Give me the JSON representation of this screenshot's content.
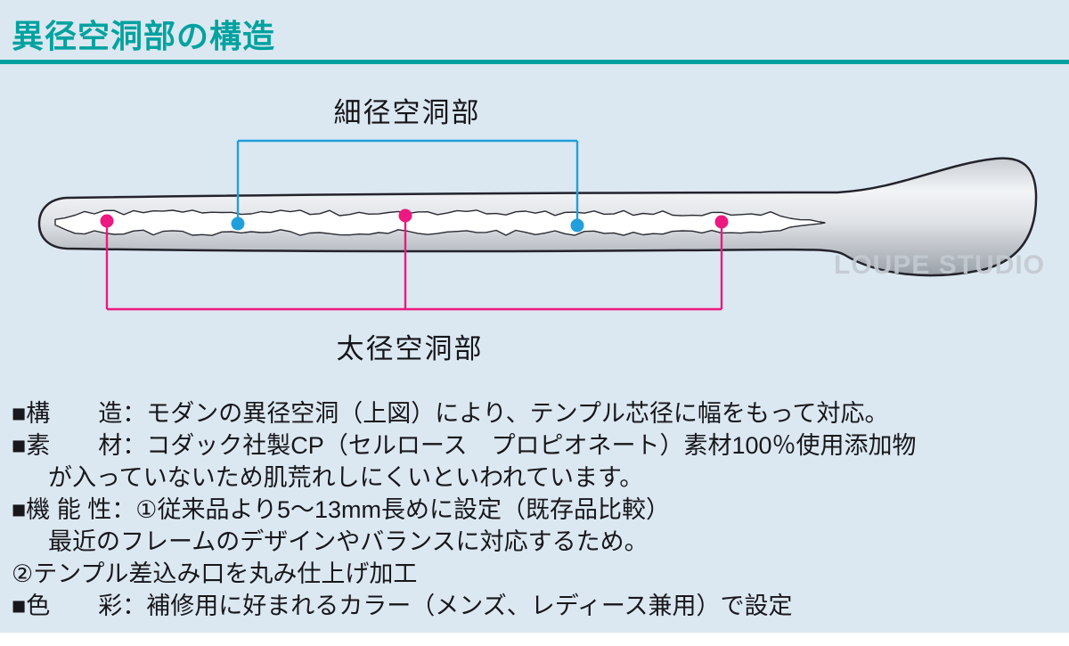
{
  "header": {
    "title": "異径空洞部の構造",
    "accent_color": "#00A2A0"
  },
  "diagram": {
    "label_thin": "細径空洞部",
    "label_thick": "太径空洞部",
    "thin_color": "#219FDC",
    "thick_color": "#EC1981",
    "watermark": "LOUPE STUDIO"
  },
  "body": {
    "lines": [
      {
        "text": "■構　　造：モダンの異径空洞（上図）により、テンプル芯径に幅をもって対応。",
        "indent": false
      },
      {
        "text": "■素　　材：コダック社製CP（セルロース　プロピオネート）素材100％使用添加物",
        "indent": false
      },
      {
        "text": "が入っていないため肌荒れしにくいといわれています。",
        "indent": true
      },
      {
        "text": "■機 能 性：①従来品より5～13mm長めに設定（既存品比較）",
        "indent": false
      },
      {
        "text": "最近のフレームのデザインやバランスに対応するため。",
        "indent": true
      },
      {
        "text": "②テンプル差込み口を丸み仕上げ加工",
        "indent": false
      },
      {
        "text": "■色　　彩：補修用に好まれるカラー（メンズ、レディース兼用）で設定",
        "indent": false
      }
    ]
  }
}
